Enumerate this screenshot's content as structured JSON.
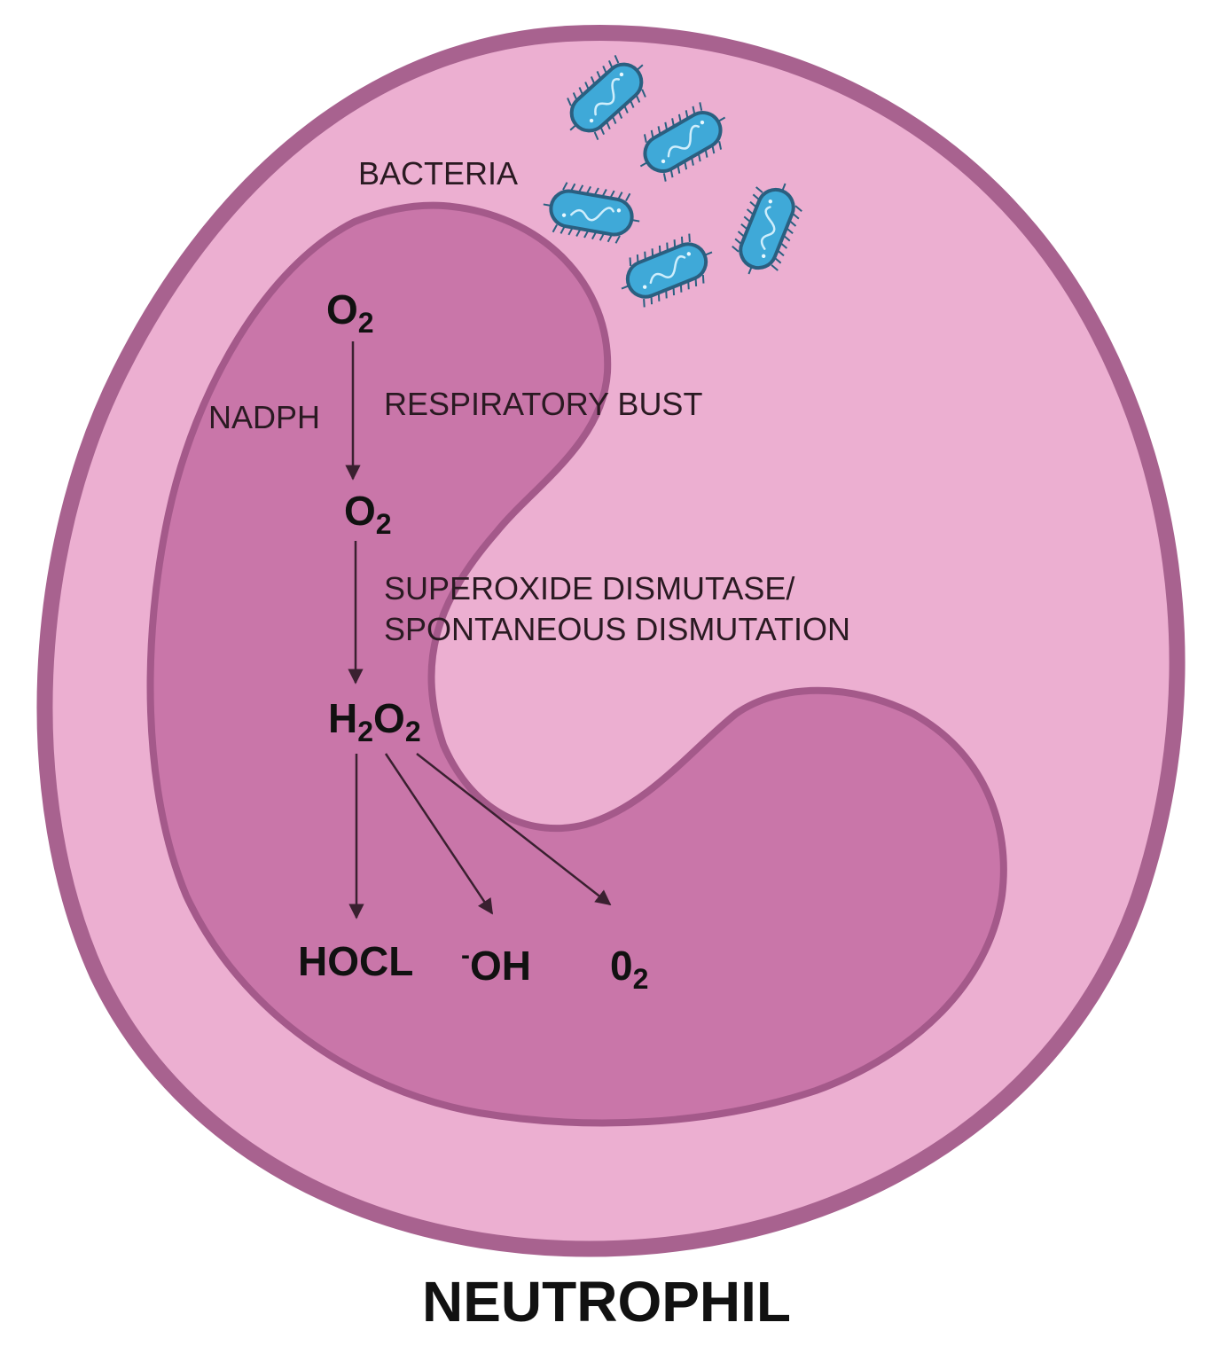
{
  "colors": {
    "cytoplasm": "#ecafd1",
    "membrane": "#a8628f",
    "nucleus": "#c976a9",
    "nucleus_edge": "#a4598a",
    "bacteria_fill": "#3fa9d8",
    "bacteria_edge": "#2a5f80",
    "arrow": "#3a2030"
  },
  "labels": {
    "bacteria": "BACTERIA",
    "nadph": "NADPH",
    "respiratory": "RESPIRATORY BUST",
    "enzyme_line1": "SUPEROXIDE DISMUTASE/",
    "enzyme_line2": "SPONTANEOUS DISMUTATION",
    "title": "NEUTROPHIL"
  },
  "chemicals": {
    "o2_top": {
      "base": "O",
      "sub": "2"
    },
    "o2_mid": {
      "base": "O",
      "sub": "2"
    },
    "h2o2": {
      "h": "H",
      "sub1": "2",
      "o": "O",
      "sub2": "2"
    },
    "hocl": "HOCL",
    "oh": {
      "sup": "-",
      "base": "OH"
    },
    "o2_bottom": {
      "base": "0",
      "sub": "2"
    }
  },
  "bacteria_count": 5
}
